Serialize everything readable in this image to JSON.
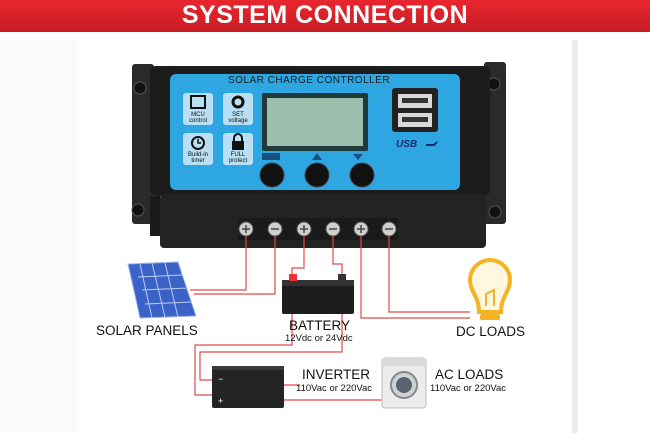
{
  "banner": {
    "title": "SYSTEM CONNECTION"
  },
  "controller": {
    "title": "SOLAR CHARGE CONTROLLER",
    "usb_label": "USB",
    "icons": [
      {
        "name": "mcu-icon",
        "caption_1": "MCU",
        "caption_2": "control"
      },
      {
        "name": "gear-icon",
        "caption_1": "SET",
        "caption_2": "voltage"
      },
      {
        "name": "clock-icon",
        "caption_1": "Build-in",
        "caption_2": "timer"
      },
      {
        "name": "lock-icon",
        "caption_1": "FULL",
        "caption_2": "protect"
      }
    ],
    "buttons": [
      "menu",
      "up",
      "down"
    ]
  },
  "components": {
    "solar": {
      "label": "SOLAR PANELS"
    },
    "battery": {
      "label": "BATTERY",
      "spec": "12Vdc or 24Vdc"
    },
    "dc_loads": {
      "label": "DC LOADS"
    },
    "inverter": {
      "label": "INVERTER",
      "spec": "110Vac or 220Vac"
    },
    "ac_loads": {
      "label": "AC LOADS",
      "spec": "110Vac or 220Vac"
    }
  },
  "colors": {
    "banner": "#d3202a",
    "panel_blue": "#2aa3e0",
    "wire": "#e04a4a",
    "body": "#1e1e1e",
    "bulb": "#f5b223"
  }
}
